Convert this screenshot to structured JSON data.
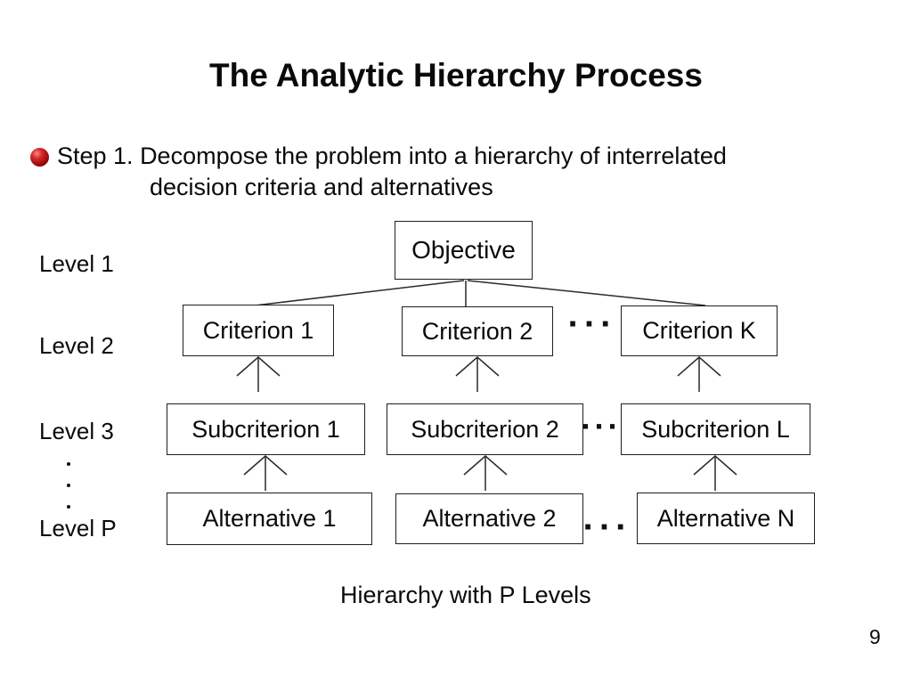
{
  "slide": {
    "title": "The Analytic Hierarchy Process",
    "bullet": {
      "line1": "Step 1. Decompose the problem into a hierarchy of interrelated",
      "line2": "decision criteria and alternatives"
    },
    "caption": "Hierarchy with P Levels",
    "page_number": "9"
  },
  "diagram": {
    "level_labels": {
      "level1": "Level 1",
      "level2": "Level 2",
      "level3": "Level 3",
      "levelP": "Level P"
    },
    "nodes": {
      "objective": "Objective",
      "criterion1": "Criterion 1",
      "criterion2": "Criterion 2",
      "criterionK": "Criterion K",
      "subcriterion1": "Subcriterion 1",
      "subcriterion2": "Subcriterion 2",
      "subcriterionL": "Subcriterion L",
      "alternative1": "Alternative 1",
      "alternative2": "Alternative 2",
      "alternativeN": "Alternative N"
    },
    "ellipsis": {
      "criteria": "···",
      "subcriteria": "···",
      "alternatives": "···"
    }
  },
  "colors": {
    "background": "#ffffff",
    "text": "#0a0a0a",
    "box_border": "#1f1f1f",
    "connector_line": "#2a2a2a",
    "bullet_red": "#b01818"
  }
}
